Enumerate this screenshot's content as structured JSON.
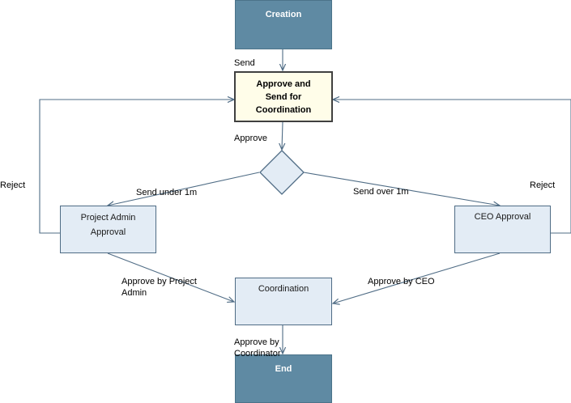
{
  "nodes": {
    "creation": "Creation",
    "approve_send": "Approve and Send for Coordination",
    "project_admin": "Project Admin Approval",
    "ceo": "CEO Approval",
    "coordination": "Coordination",
    "end": "End"
  },
  "edge_labels": {
    "send": "Send",
    "approve": "Approve",
    "reject_left": "Reject",
    "reject_right": "Reject",
    "send_under": "Send under 1m",
    "send_over": "Send over 1m",
    "approve_by_project_admin": "Approve by Project\nAdmin",
    "approve_by_ceo": "Approve by CEO",
    "approve_by_coordinator": "Approve by\nCoordinator"
  },
  "colors": {
    "dark_node": "#5f8aa3",
    "light_node": "#e3ecf5",
    "highlight_node": "#fffde9",
    "edge": "#4f6c85"
  }
}
